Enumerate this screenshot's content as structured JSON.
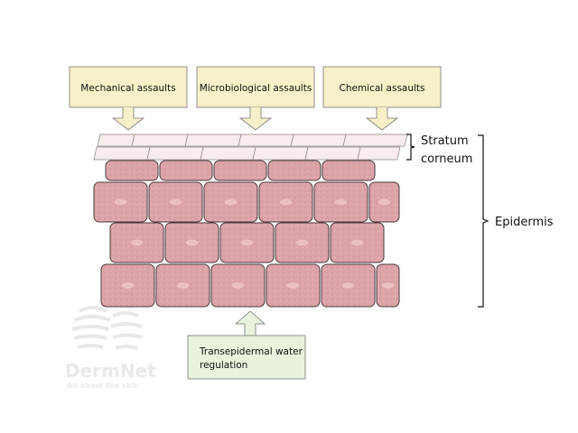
{
  "callouts": {
    "mechanical": "Mechanical assaults",
    "microbiological": "Microbiological assaults",
    "chemical": "Chemical assaults",
    "water_line1": "Transepidermal water",
    "water_line2": "regulation"
  },
  "labels": {
    "stratum_line1": "Stratum",
    "stratum_line2": "corneum",
    "epidermis": "Epidermis"
  },
  "watermark": {
    "brand": "DermNet",
    "tagline": "All about the skin"
  },
  "colors": {
    "callout_fill": "#f7f0c8",
    "water_fill": "#e8f2dc",
    "cell_fill": "#dca4a8",
    "corneum_fill": "#f8ecec"
  }
}
